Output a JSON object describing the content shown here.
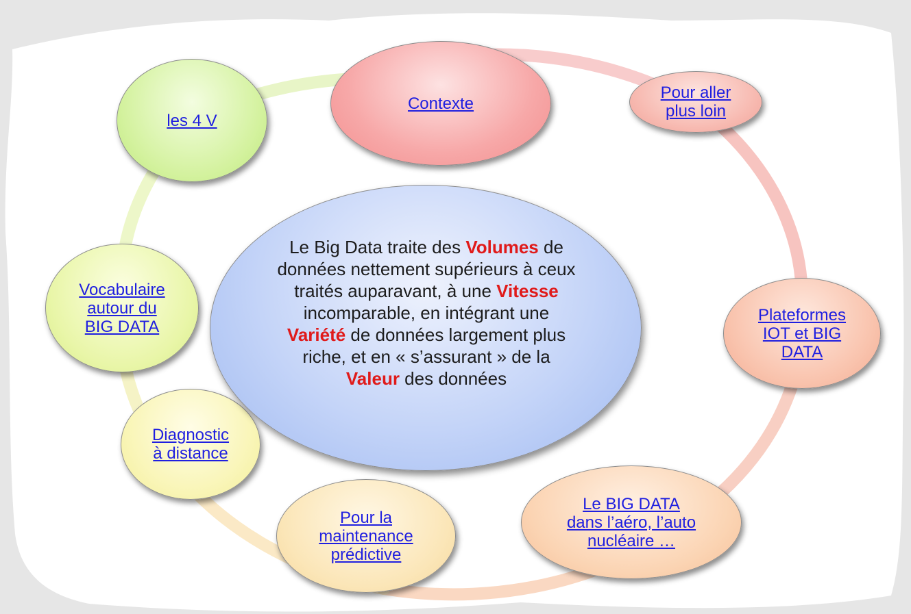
{
  "center": {
    "segments": [
      {
        "text": "Le Big Data traite des ",
        "hl": false
      },
      {
        "text": "Volumes",
        "hl": true
      },
      {
        "text": " de données nettement supérieurs à ceux traités auparavant, à une ",
        "hl": false
      },
      {
        "text": "Vitesse",
        "hl": true
      },
      {
        "text": " incomparable, en intégrant une ",
        "hl": false
      },
      {
        "text": "Variété",
        "hl": true
      },
      {
        "text": " de données largement plus riche, et en « s’assurant » de la ",
        "hl": false
      },
      {
        "text": "Valeur",
        "hl": true
      },
      {
        "text": " des données",
        "hl": false
      }
    ]
  },
  "nodes": {
    "contexte": "Contexte",
    "aller_plus_loin": "Pour aller\nplus loin",
    "plateformes": "Plateformes\nIOT et BIG\nDATA",
    "big_data_aero": "Le BIG DATA\ndans l’aéro, l’auto\nnucléaire …",
    "maintenance": "Pour la\nmaintenance\nprédictive",
    "diagnostic": "Diagnostic\nà distance",
    "vocabulaire": "Vocabulaire\nautour du\nBIG DATA",
    "quatre_v": "les 4 V"
  },
  "colors": {
    "link": "#1f1fe0",
    "highlight": "#e01a1a",
    "contexte": "#f7a3a3",
    "aller_plus_loin": "#f7b6ad",
    "plateformes": "#f9c0aa",
    "big_data_aero": "#fbd0b0",
    "maintenance": "#fbe3b4",
    "diagnostic": "#f8f4b0",
    "vocabulaire": "#e8f5a6",
    "quatre_v": "#d2f29a",
    "center": "#b5caf6"
  }
}
